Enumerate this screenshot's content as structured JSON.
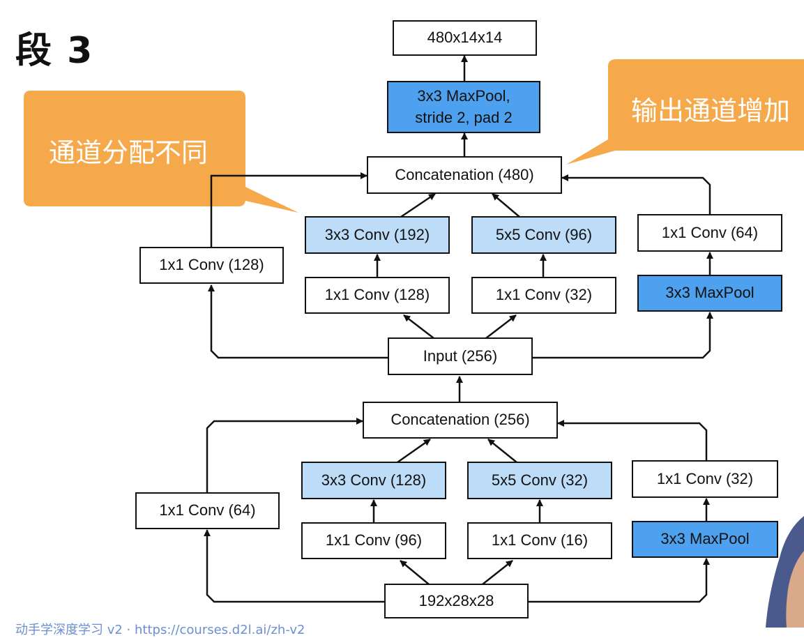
{
  "title": "段 3",
  "callouts": {
    "left": "通道分配不同",
    "right": "输出通道增加"
  },
  "footer": "动手学深度学习 v2 · https://courses.d2l.ai/zh-v2",
  "colors": {
    "light_conv": "#bcdcf8",
    "pool": "#4ea1ee",
    "callout": "#f5a94b",
    "border": "#111111"
  },
  "block_upper": {
    "output": "480x14x14",
    "maxpool": "3x3 MaxPool,\nstride 2, pad 2",
    "concat": "Concatenation (480)",
    "input": "Input (256)",
    "path1": {
      "conv": "1x1 Conv (128)"
    },
    "path2": {
      "reduce": "1x1 Conv (128)",
      "conv": "3x3 Conv (192)"
    },
    "path3": {
      "reduce": "1x1 Conv (32)",
      "conv": "5x5 Conv (96)"
    },
    "path4": {
      "pool": "3x3 MaxPool",
      "conv": "1x1 Conv (64)"
    }
  },
  "block_lower": {
    "concat": "Concatenation (256)",
    "input": "192x28x28",
    "path1": {
      "conv": "1x1 Conv (64)"
    },
    "path2": {
      "reduce": "1x1 Conv (96)",
      "conv": "3x3 Conv (128)"
    },
    "path3": {
      "reduce": "1x1 Conv (16)",
      "conv": "5x5 Conv (32)"
    },
    "path4": {
      "pool": "3x3 MaxPool",
      "conv": "1x1 Conv (32)"
    }
  }
}
